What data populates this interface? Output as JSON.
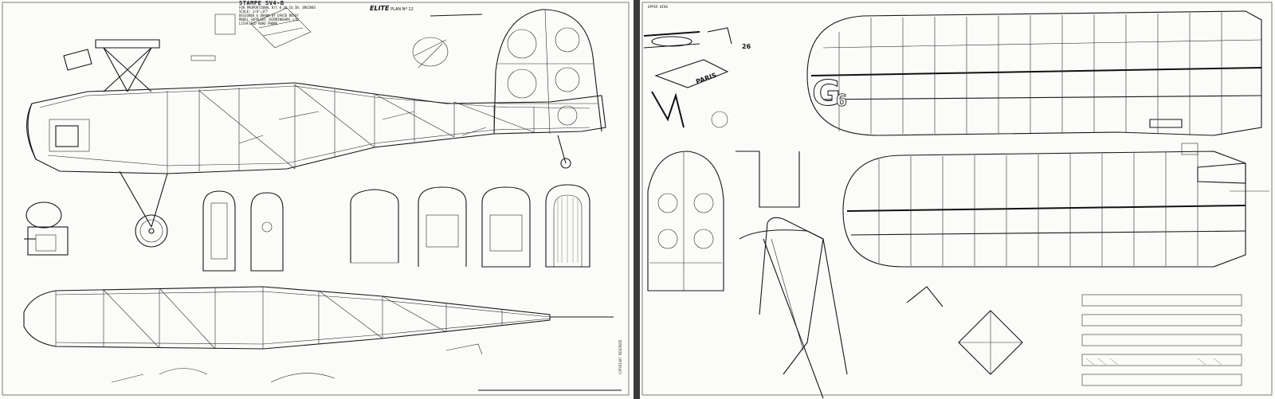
{
  "left_sheet": {
    "title": "STAMPE SV4-B",
    "subtitle_lines": [
      "FOR PROPORTIONAL R/C 0.30 CU.IN. ENGINES",
      "SCALE: 1/8\"=1FT",
      "DESIGNED & DRAWN BY DAVID BOSSY",
      "MODEL SUPPLIES (BIRMINGHAM) LTD",
      "LICHFIELD ROAD PHONE"
    ],
    "brand": "ELITE",
    "plan_label": "PLAN Nº",
    "plan_number": "12",
    "side_note": "COPYRIGHT RESERVED"
  },
  "right_sheet": {
    "registration_top": "26",
    "registration_large": "G",
    "registration_small": "6",
    "logo_text": "PARIS",
    "corner_note": "UPPER WING"
  }
}
